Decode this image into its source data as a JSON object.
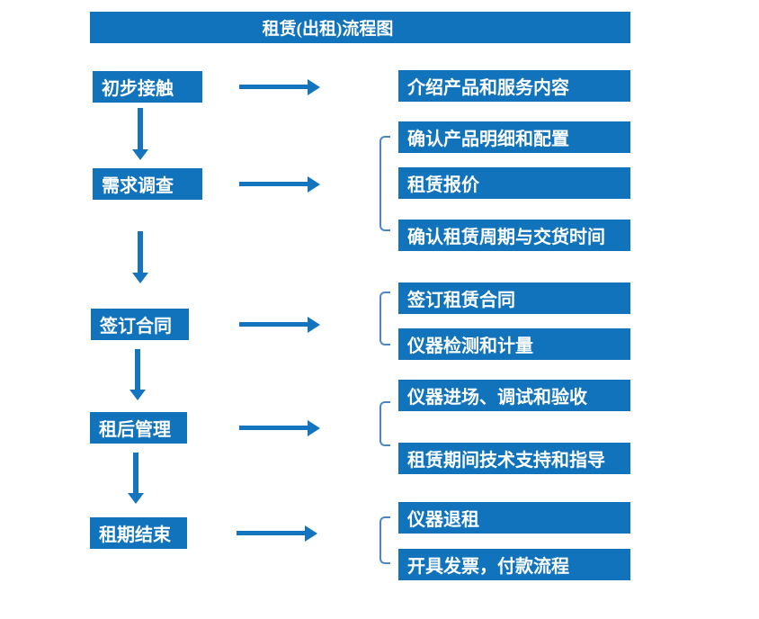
{
  "title": "租赁(出租)流程图",
  "colors": {
    "box_blue": "#1173BC",
    "arrow_blue": "#1474BE",
    "bracket_blue": "#4C86C6"
  },
  "steps": [
    {
      "label": "初步接触",
      "details": [
        "介绍产品和服务内容"
      ]
    },
    {
      "label": "需求调查",
      "details": [
        "确认产品明细和配置",
        "租赁报价",
        "确认租赁周期与交货时间"
      ]
    },
    {
      "label": "签订合同",
      "details": [
        "签订租赁合同",
        "仪器检测和计量"
      ]
    },
    {
      "label": "租后管理",
      "details": [
        "仪器进场、调试和验收",
        "租赁期间技术支持和指导"
      ]
    },
    {
      "label": "租期结束",
      "details": [
        "仪器退租",
        "开具发票，付款流程"
      ]
    }
  ]
}
